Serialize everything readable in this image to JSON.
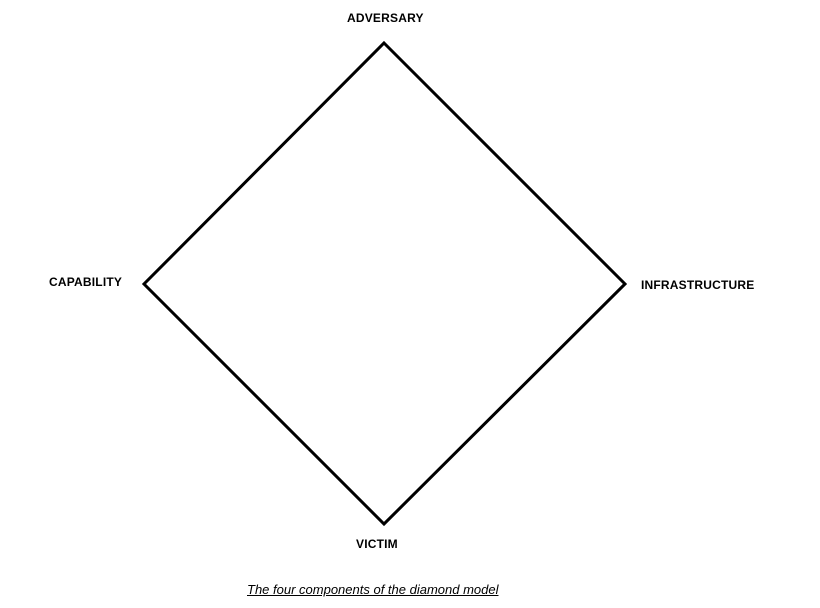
{
  "diagram": {
    "nodes": {
      "top": "ADVERSARY",
      "left": "CAPABILITY",
      "right": "INFRASTRUCTURE",
      "bottom": "VICTIM"
    },
    "edge_color": "#000000",
    "caption": "The four components of the diamond model"
  }
}
